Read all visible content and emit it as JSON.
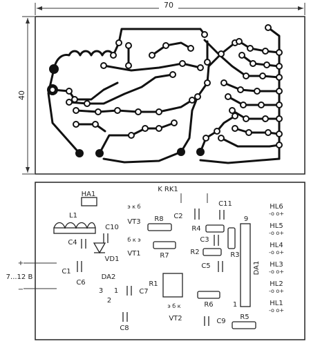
{
  "dimensions": {
    "width_label": "70",
    "height_label": "40"
  },
  "pcb_labels": {
    "ha1": "HA1",
    "krk1": "K RK1",
    "l1": "L1",
    "c10": "C10",
    "c4": "C4",
    "vt3": "VT3",
    "vt3_pins": "э к б",
    "vt1": "VT1",
    "vt1_pins": "б к э",
    "vd1": "VD1",
    "c1": "C1",
    "c6": "C6",
    "da2": "DA2",
    "da2_pin3": "3",
    "da2_pin1": "1",
    "da2_pin2": "2",
    "c7": "C7",
    "c8": "C8",
    "r1": "R1",
    "r8": "R8",
    "r7": "R7",
    "c2": "C2",
    "c11": "C11",
    "r4": "R4",
    "c3": "C3",
    "r2": "R2",
    "r3": "R3",
    "c5": "C5",
    "r6": "R6",
    "vt2": "VT2",
    "vt2_pins": "э б к",
    "c9": "C9",
    "r5": "R5",
    "da1": "DA1",
    "da1_pin9": "9",
    "da1_pin1": "1",
    "hl6": "HL6",
    "hl5": "HL5",
    "hl4": "HL4",
    "hl3": "HL3",
    "hl2": "HL2",
    "hl1": "HL1",
    "led_polarity": "-o o+",
    "power_plus": "+",
    "power_minus": "−",
    "power_voltage": "7...12 В"
  }
}
